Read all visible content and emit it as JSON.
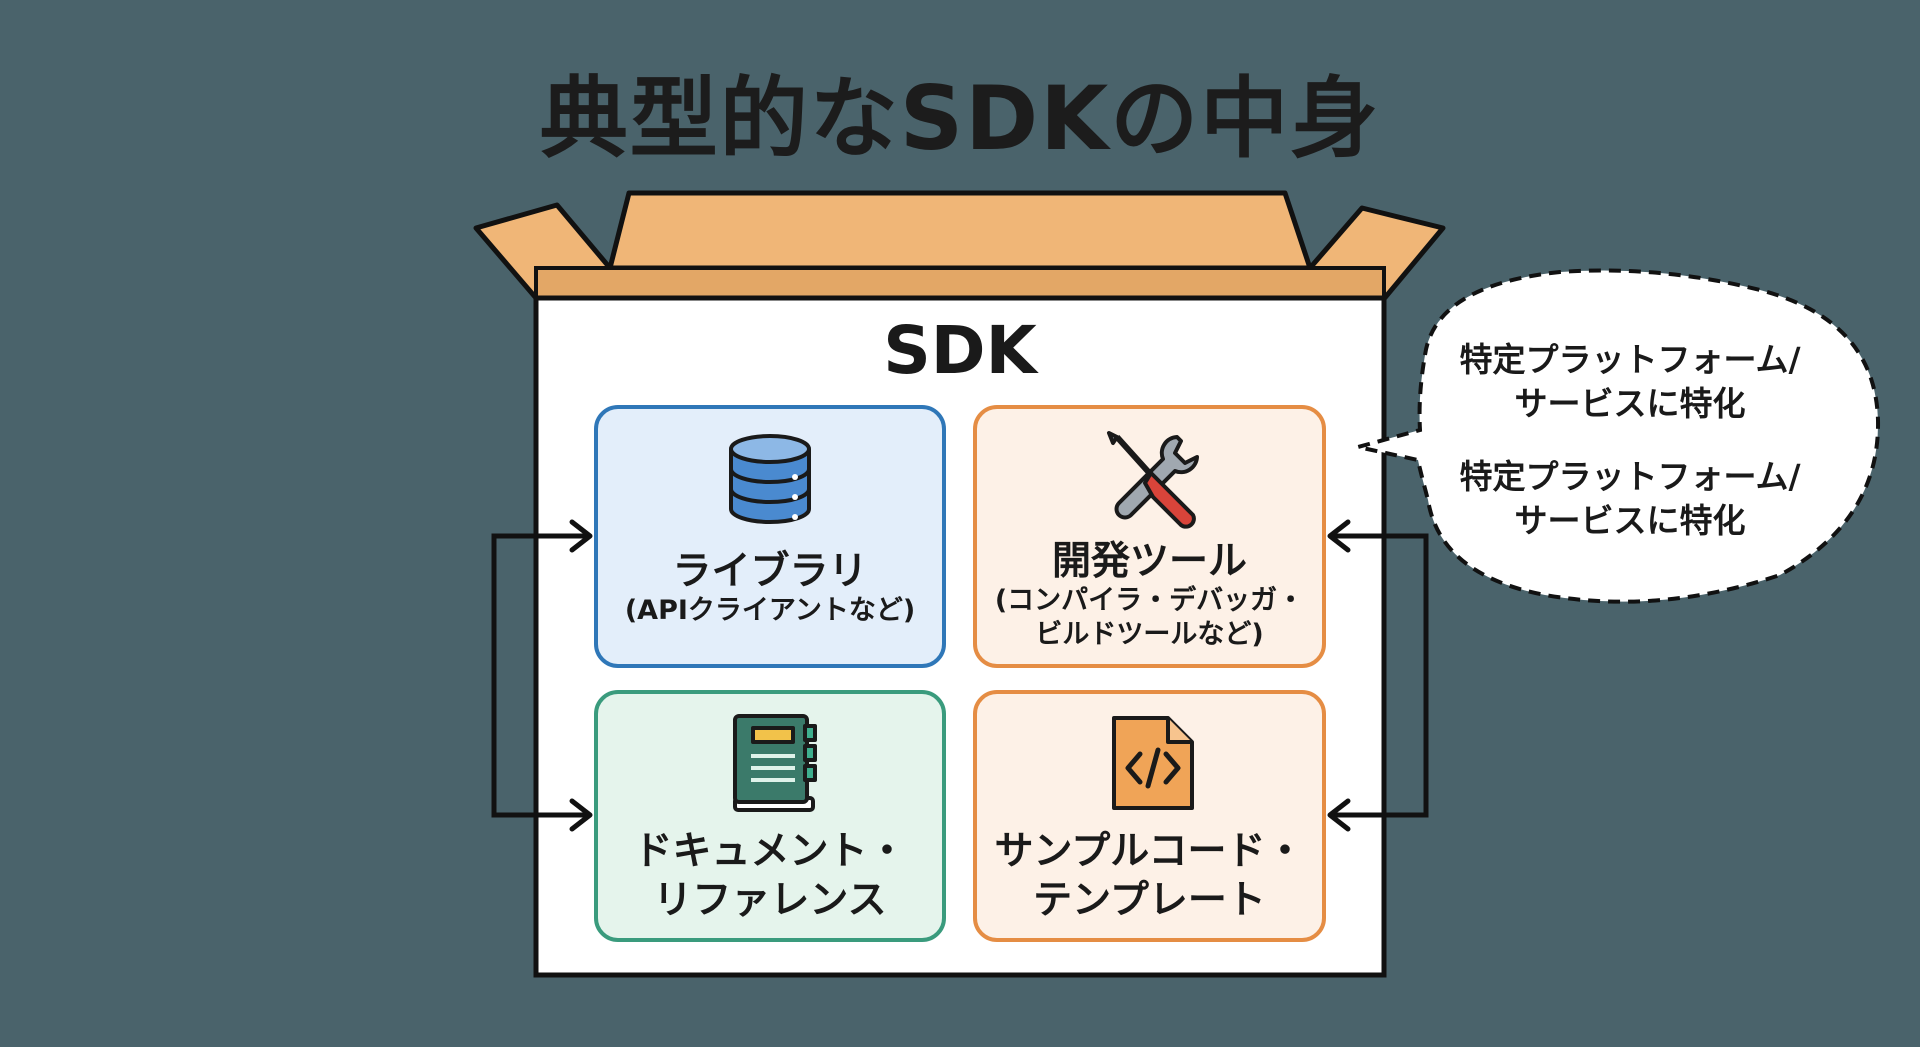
{
  "title": "典型的なSDKの中身",
  "box_label": "SDK",
  "components": {
    "library": {
      "title": "ライブラリ",
      "subtitle": "(APIクライアントなど)",
      "icon": "database-icon",
      "border_color": "#2f77b8",
      "fill_color": "#e3eefa"
    },
    "dev_tools": {
      "title": "開発ツール",
      "subtitle_line1": "(コンパイラ・デバッガ・",
      "subtitle_line2": "ビルドツールなど)",
      "icon": "tools-icon",
      "border_color": "#e58d44",
      "fill_color": "#fdf1e7"
    },
    "documentation": {
      "line1": "ドキュメント・",
      "line2": "リファレンス",
      "icon": "book-icon",
      "border_color": "#3a9b7d",
      "fill_color": "#e5f4ec"
    },
    "samples": {
      "line1": "サンプルコード・",
      "line2": "テンプレート",
      "icon": "code-file-icon",
      "border_color": "#e58d44",
      "fill_color": "#fdf1e7"
    }
  },
  "callout": {
    "block1_line1": "特定プラットフォーム/",
    "block1_line2": "サービスに特化",
    "block2_line1": "特定プラットフォーム/",
    "block2_line2": "サービスに特化"
  },
  "colors": {
    "background": "#4a636b",
    "box_cardboard": "#f0b677",
    "box_interior": "#e3a766"
  }
}
